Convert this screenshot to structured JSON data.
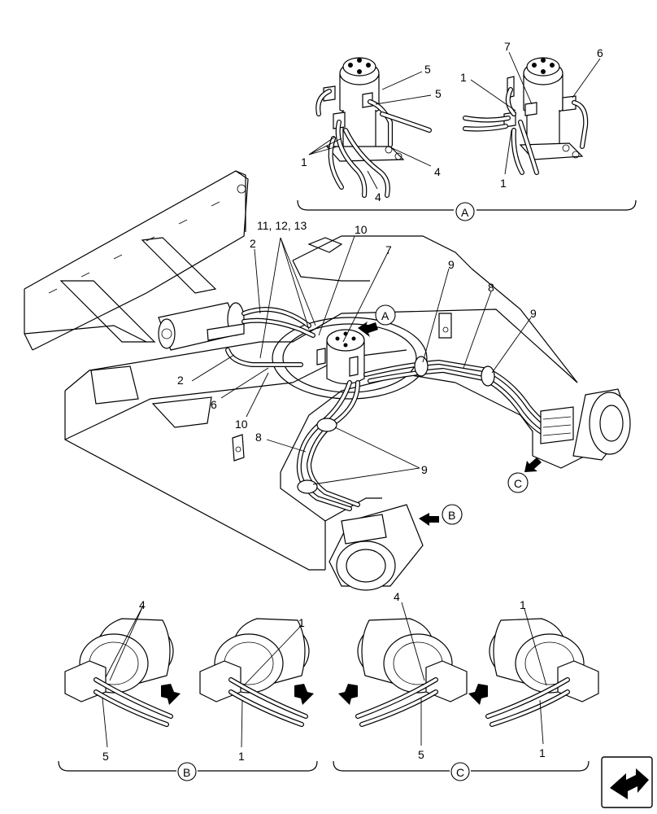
{
  "callouts": {
    "view_a": "A",
    "view_b": "B",
    "view_c": "C",
    "arrow_a": "A",
    "arrow_b": "B",
    "arrow_c": "C"
  },
  "labels_a": {
    "a_5_top": "5",
    "a_5_mid": "5",
    "a_1_left": "1",
    "a_4_right": "4",
    "a_4_bottom": "4",
    "a_7": "7",
    "a_6": "6",
    "a_1_upper": "1",
    "a_1_lower": "1"
  },
  "labels_main": {
    "m_11_12_13": "11, 12, 13",
    "m_10_top": "10",
    "m_7": "7",
    "m_2_top": "2",
    "m_2_left": "2",
    "m_6": "6",
    "m_10_bottom": "10",
    "m_8_left": "8",
    "m_8_right": "8",
    "m_9_top": "9",
    "m_9_right": "9",
    "m_9_bottom": "9"
  },
  "labels_b": {
    "b_4": "4",
    "b_5": "5",
    "b_1_top": "1",
    "b_1_bottom": "1"
  },
  "labels_c": {
    "c_4": "4",
    "c_5": "5",
    "c_1_top": "1",
    "c_1_bottom": "1"
  },
  "icons": {
    "corner_nav": "fold-arrow-icon"
  }
}
